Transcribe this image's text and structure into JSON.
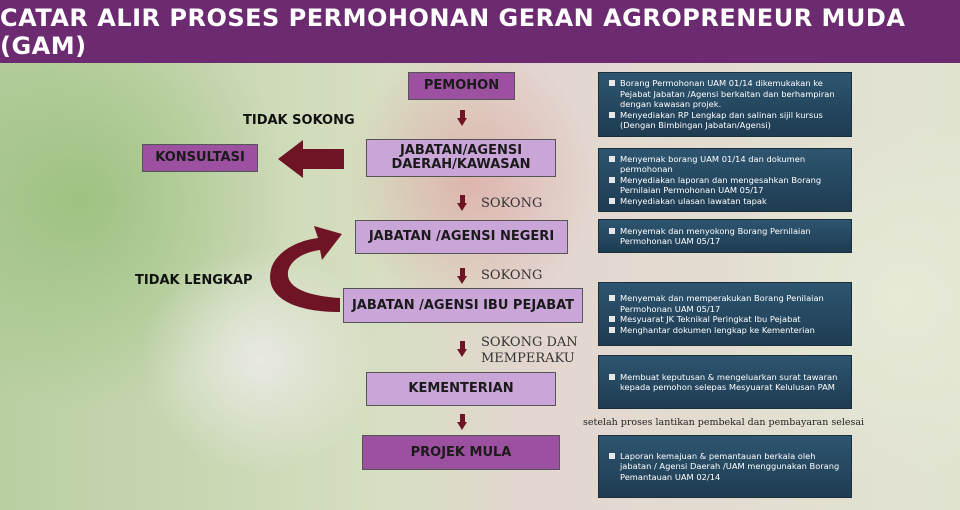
{
  "title": "CATAR ALIR PROSES PERMOHONAN GERAN AGROPRENEUR MUDA (GAM)",
  "nodes": {
    "pemohon": "PEMOHON",
    "daerah": "JABATAN/AGENSI DAERAH/KAWASAN",
    "konsultasi": "KONSULTASI",
    "negeri": "JABATAN /AGENSI NEGERI",
    "ibu_pejabat": "JABATAN /AGENSI IBU PEJABAT",
    "kementerian": "KEMENTERIAN",
    "projek_mula": "PROJEK MULA"
  },
  "labels": {
    "tidak_sokong": "TIDAK SOKONG",
    "tidak_lengkap": "TIDAK LENGKAP",
    "sokong1": "SOKONG",
    "sokong2": "SOKONG",
    "sokong_dan": "SOKONG DAN",
    "memperaku": "MEMPERAKU",
    "note": "setelah proses lantikan pembekal dan pembayaran selesai"
  },
  "info": [
    [
      "Borang Permohonan UAM 01/14 dikemukakan ke Pejabat Jabatan /Agensi berkaitan dan berhampiran dengan kawasan projek.",
      "Menyediakan RP Lengkap dan salinan sijil kursus (Dengan Bimbingan Jabatan/Agensi)"
    ],
    [
      "Menyemak borang UAM 01/14 dan dokumen permohonan",
      "Menyediakan laporan dan mengesahkan Borang Pernilaian Permohonan UAM 05/17",
      "Menyediakan ulasan lawatan tapak"
    ],
    [
      "Menyemak dan menyokong Borang Pernilaian Permohonan UAM 05/17"
    ],
    [
      "Menyemak dan memperakukan Borang Penilaian Permohonan UAM 05/17",
      "Mesyuarat JK Teknikal Peringkat Ibu Pejabat",
      "Menghantar dokumen lengkap ke Kementerian"
    ],
    [
      "Membuat keputusan & mengeluarkan surat tawaran kepada pemohon selepas Mesyuarat Kelulusan PAM"
    ],
    [
      "Laporan kemajuan & pemantauan berkala oleh jabatan / Agensi Daerah /UAM menggunakan Borang Pemantauan UAM 02/14"
    ]
  ]
}
